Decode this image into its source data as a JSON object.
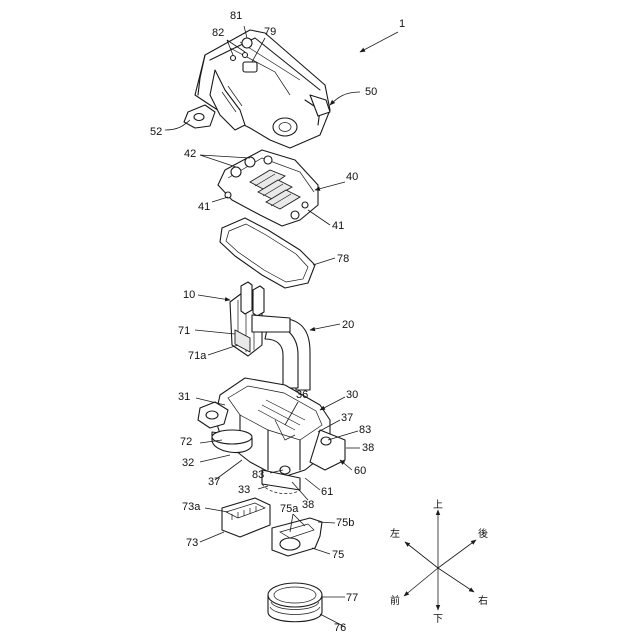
{
  "labels": {
    "l1": "1",
    "l81": "81",
    "l82": "82",
    "l79": "79",
    "l50": "50",
    "l52": "52",
    "l42": "42",
    "l40": "40",
    "l41a": "41",
    "l41b": "41",
    "l78": "78",
    "l10": "10",
    "l20": "20",
    "l71": "71",
    "l71a": "71a",
    "l31": "31",
    "l30": "30",
    "l36": "36",
    "l37a": "37",
    "l83a": "83",
    "l38a": "38",
    "l72": "72",
    "l32": "32",
    "l37b": "37",
    "l83b": "83",
    "l60": "60",
    "l33": "33",
    "l38b": "38",
    "l61": "61",
    "l73a": "73a",
    "l73": "73",
    "l75a": "75a",
    "l75b": "75b",
    "l75": "75",
    "l77": "77",
    "l76": "76"
  },
  "directions": {
    "up": "上",
    "down": "下",
    "left": "左",
    "right": "右",
    "front": "前",
    "back": "後"
  }
}
